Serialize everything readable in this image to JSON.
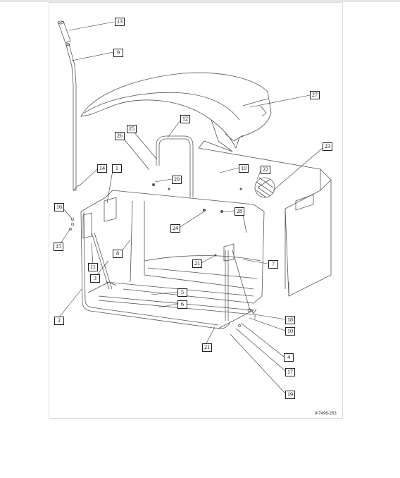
{
  "diagram": {
    "document_number": "9-7496-263",
    "callouts": [
      "13",
      "9",
      "27",
      "12",
      "25",
      "26",
      "10",
      "23",
      "22",
      "14",
      "1",
      "20",
      "16",
      "28",
      "24",
      "15",
      "8",
      "21",
      "7",
      "11",
      "3",
      "5",
      "6",
      "2",
      "18",
      "10",
      "4",
      "21",
      "17",
      "19"
    ]
  },
  "colors": {
    "line": "#555555",
    "text": "#111111",
    "paper": "#ffffff"
  }
}
